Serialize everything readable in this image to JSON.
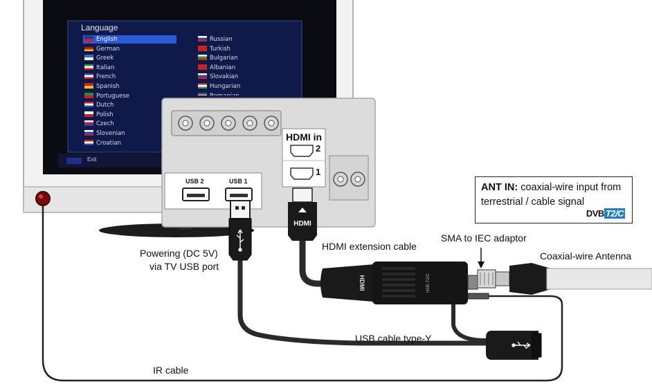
{
  "tv_menu": {
    "title": "Language",
    "exit_label": "Exit",
    "left_column": [
      {
        "label": "English",
        "colors": [
          "#1e3c8c",
          "#cc2020"
        ],
        "selected": true
      },
      {
        "label": "German",
        "colors": [
          "#222222",
          "#cc2020",
          "#e8c020"
        ]
      },
      {
        "label": "Greek",
        "colors": [
          "#3a6ec8",
          "#ffffff"
        ]
      },
      {
        "label": "Italian",
        "colors": [
          "#2a9a40",
          "#ffffff",
          "#cc2020"
        ]
      },
      {
        "label": "French",
        "colors": [
          "#2a4aa8",
          "#ffffff",
          "#cc2020"
        ]
      },
      {
        "label": "Spanish",
        "colors": [
          "#cc2020",
          "#e8c020"
        ]
      },
      {
        "label": "Portuguese",
        "colors": [
          "#2a8a30",
          "#cc2020"
        ]
      },
      {
        "label": "Dutch",
        "colors": [
          "#cc2020",
          "#ffffff",
          "#2a4aa8"
        ]
      },
      {
        "label": "Polish",
        "colors": [
          "#ffffff",
          "#cc2020"
        ]
      },
      {
        "label": "Czech",
        "colors": [
          "#ffffff",
          "#cc2020",
          "#2a4aa8"
        ]
      },
      {
        "label": "Slovenian",
        "colors": [
          "#ffffff",
          "#2a4aa8",
          "#cc2020"
        ]
      },
      {
        "label": "Croatian",
        "colors": [
          "#cc2020",
          "#ffffff",
          "#2a4aa8"
        ]
      }
    ],
    "right_column": [
      {
        "label": "Russian",
        "colors": [
          "#ffffff",
          "#2a4aa8",
          "#cc2020"
        ]
      },
      {
        "label": "Turkish",
        "colors": [
          "#cc2020"
        ]
      },
      {
        "label": "Bulgarian",
        "colors": [
          "#ffffff",
          "#2a9a40",
          "#cc2020"
        ]
      },
      {
        "label": "Albanian",
        "colors": [
          "#cc2020"
        ]
      },
      {
        "label": "Slovakian",
        "colors": [
          "#ffffff",
          "#2a4aa8",
          "#cc2020"
        ]
      },
      {
        "label": "Hungarian",
        "colors": [
          "#cc2020",
          "#ffffff",
          "#2a9a40"
        ]
      },
      {
        "label": "Romanian",
        "colors": [
          "#2a4aa8",
          "#e8c020",
          "#cc2020"
        ]
      }
    ]
  },
  "tv_panel": {
    "hdmi_label": "HDMI in",
    "hdmi_port_1": "1",
    "hdmi_port_2": "2",
    "usb_port_2": "USB 2",
    "usb_port_1": "USB 1"
  },
  "connectors": {
    "hdmi_plug_text": "HDMI",
    "stick_hdmi_text": "HDMI",
    "stick_model_text": "HDE-T2/C"
  },
  "labels": {
    "powering_line1": "Powering (DC 5V)",
    "powering_line2": "via TV USB port",
    "hdmi_extension": "HDMI extension cable",
    "sma_adaptor": "SMA to IEC adaptor",
    "coaxial_antenna": "Coaxial-wire Antenna",
    "usb_cable": "USB cable type-Y",
    "ir_cable": "IR cable"
  },
  "ant_in": {
    "bold": "ANT IN:",
    "text1": " coaxial-wire input from",
    "text2": "terrestrial / cable signal",
    "logo_dvb": "DVB",
    "logo_t2c": "T2/C"
  },
  "colors": {
    "tv_frame": "#f2f2f2",
    "screen": "#0b0b12",
    "menu_bg": "#0f1a4a",
    "menu_select": "#2a5ad8",
    "panel": "#dcdcdc",
    "cable": "#2a2a2a",
    "ir_led": "#7a0a0a",
    "dvb_blue": "#1e7fc4"
  }
}
